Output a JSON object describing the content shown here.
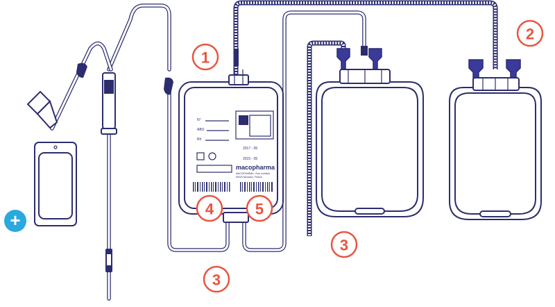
{
  "labels": {
    "one": "1",
    "two": "2",
    "three_bottom": "3",
    "three_right": "3",
    "four": "4",
    "five": "5",
    "plus": "+"
  },
  "bag_label": {
    "no": "N°",
    "abo": "ABO",
    "rh": "Rh",
    "brand": "macopharma",
    "brand_sub1": "MACOPHARMA - Rue Lorthiois",
    "brand_sub2": "59420 Mouvaux, France",
    "date1": "2017 - 05",
    "date2": "2015 - 05"
  },
  "colors": {
    "outline": "#2b2d6e",
    "accent_label": "#e8553f",
    "plus": "#2aa8e0"
  }
}
